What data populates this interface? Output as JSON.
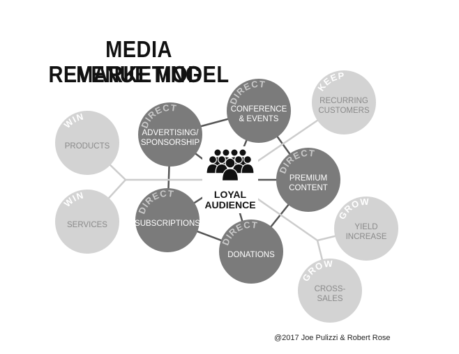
{
  "title": {
    "line1": "MEDIA MARKETING",
    "line2": "REVENUE MODEL"
  },
  "colors": {
    "dark_node": "#7b7b7b",
    "light_node": "#d3d3d3",
    "dark_text": "#ffffff",
    "light_text": "#8a8a8a",
    "dark_badge": "#c9c9c9",
    "light_badge": "#ffffff",
    "dark_edge": "#555555",
    "light_edge": "#cccccc"
  },
  "center": {
    "icon": "audience-icon",
    "label_lines": [
      "LOYAL",
      "AUDIENCE"
    ]
  },
  "nodes": [
    {
      "id": "advertising",
      "tier": "dark",
      "badge": "DIRECT",
      "lines": [
        "ADVERTISING/",
        "SPONSORSHIP"
      ]
    },
    {
      "id": "conference",
      "tier": "dark",
      "badge": "DIRECT",
      "lines": [
        "CONFERENCE",
        "& EVENTS"
      ]
    },
    {
      "id": "premium",
      "tier": "dark",
      "badge": "DIRECT",
      "lines": [
        "PREMIUM",
        "CONTENT"
      ]
    },
    {
      "id": "subscriptions",
      "tier": "dark",
      "badge": "DIRECT",
      "lines": [
        "SUBSCRIPTIONS"
      ]
    },
    {
      "id": "donations",
      "tier": "dark",
      "badge": "DIRECT",
      "lines": [
        "DONATIONS"
      ]
    },
    {
      "id": "products",
      "tier": "light",
      "badge": "WIN",
      "lines": [
        "PRODUCTS"
      ]
    },
    {
      "id": "services",
      "tier": "light",
      "badge": "WIN",
      "lines": [
        "SERVICES"
      ]
    },
    {
      "id": "recurring",
      "tier": "light",
      "badge": "KEEP",
      "lines": [
        "RECURRING",
        "CUSTOMERS"
      ]
    },
    {
      "id": "yield",
      "tier": "light",
      "badge": "GROW",
      "lines": [
        "YIELD",
        "INCREASE"
      ]
    },
    {
      "id": "cross",
      "tier": "light",
      "badge": "GROW",
      "lines": [
        "CROSS-",
        "SALES"
      ]
    }
  ],
  "copyright": "@2017 Joe Pulizzi & Robert Rose"
}
